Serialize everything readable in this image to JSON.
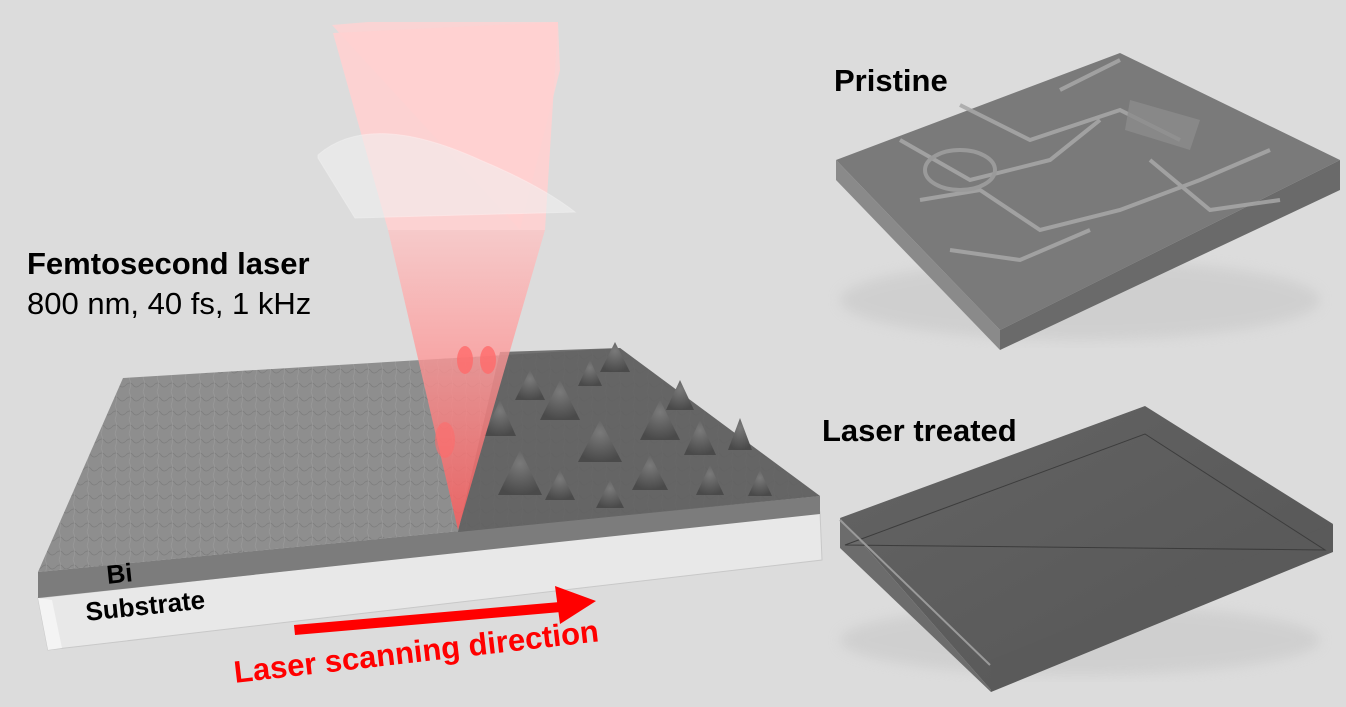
{
  "laser": {
    "title": "Femtosecond laser",
    "params": "800 nm, 40 fs, 1 kHz",
    "wavelength": "800 nm",
    "pulse_width": "40 fs",
    "repetition_rate": "1 kHz",
    "beam_color": "#ff8a8a"
  },
  "sample": {
    "layers": [
      {
        "label": "Bi",
        "color": "#8a8a8a"
      },
      {
        "label": "Substrate",
        "color": "#e6e6e6"
      }
    ]
  },
  "scan": {
    "label": "Laser scanning direction",
    "arrow_color": "#ff0000"
  },
  "insets": [
    {
      "label": "Pristine",
      "description": "polycrystalline grain surface"
    },
    {
      "label": "Laser treated",
      "description": "smooth film"
    }
  ],
  "colors": {
    "background": "#dcdcdc",
    "film": "#8c8c8c",
    "treated_film": "#5a5a5a",
    "label_text": "#000000",
    "accent_red": "#ff0000"
  }
}
